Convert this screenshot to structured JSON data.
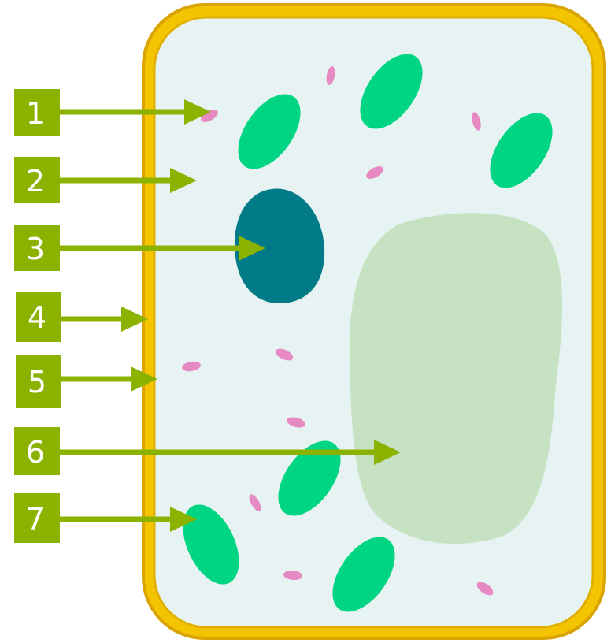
{
  "colors": {
    "background": "#ffffff",
    "cell_wall_outer": "#d9a300",
    "cell_wall_inner": "#f5c400",
    "cytoplasm": "#e6f3f2",
    "chloroplast": "#00d584",
    "nucleus": "#007b87",
    "vacuole": "#c7e2c3",
    "ribosome": "#e78ac4",
    "label_box": "#8cb200",
    "arrow": "#8cb200",
    "label_text": "#ffffff"
  },
  "labels": [
    {
      "number": "1",
      "points_to": "ribosome"
    },
    {
      "number": "2",
      "points_to": "cytoplasm"
    },
    {
      "number": "3",
      "points_to": "nucleus"
    },
    {
      "number": "4",
      "points_to": "cell-wall"
    },
    {
      "number": "5",
      "points_to": "cell-membrane"
    },
    {
      "number": "6",
      "points_to": "vacuole"
    },
    {
      "number": "7",
      "points_to": "chloroplast"
    }
  ]
}
